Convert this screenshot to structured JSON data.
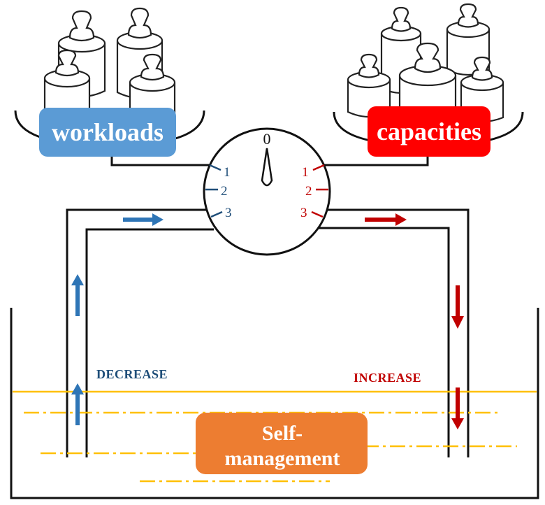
{
  "labels": {
    "workloads": "workloads",
    "capacities": "capacities",
    "self_management_line1": "Self-",
    "self_management_line2": "management",
    "decrease": "DECREASE",
    "increase": "INCREASE"
  },
  "gauge": {
    "zero": "0",
    "left_ticks": [
      "1",
      "2",
      "3"
    ],
    "right_ticks": [
      "1",
      "2",
      "3"
    ]
  },
  "colors": {
    "workloads_box": "#5b9bd5",
    "capacities_box": "#ff0000",
    "self_management_box": "#ed7d31",
    "decrease_text": "#1f4e79",
    "increase_text": "#c00000",
    "blue_arrow": "#2e75b6",
    "red_arrow": "#c00000",
    "water_line": "#ffc000"
  }
}
